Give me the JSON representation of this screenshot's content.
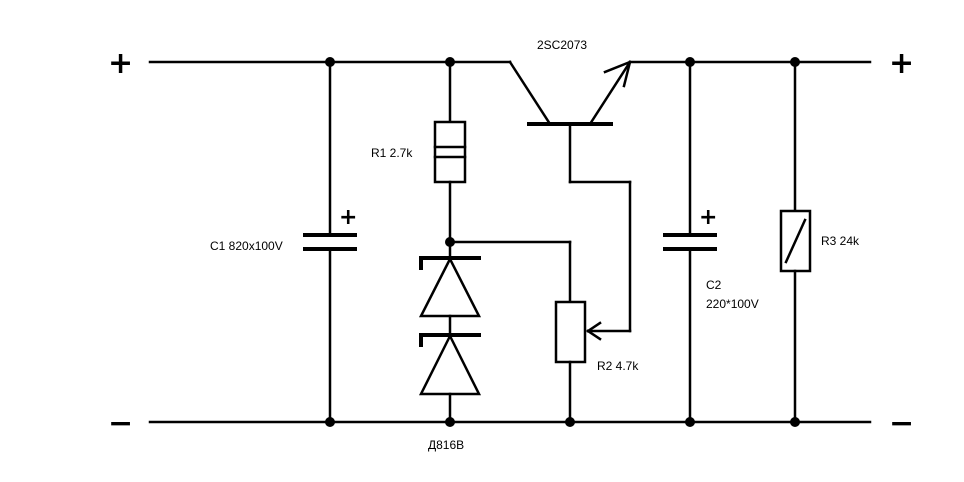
{
  "terminals": {
    "plus": "+",
    "minus": "−"
  },
  "components": {
    "transistor": "2SC2073",
    "c1": "C1 820x100V",
    "c1_polarity": "+",
    "r1": "R1 2.7k",
    "r2": "R2 4.7k",
    "zener": "Д816В",
    "c2_name": "C2",
    "c2_value": "220*100V",
    "c2_polarity": "+",
    "r3": "R3 24k"
  }
}
